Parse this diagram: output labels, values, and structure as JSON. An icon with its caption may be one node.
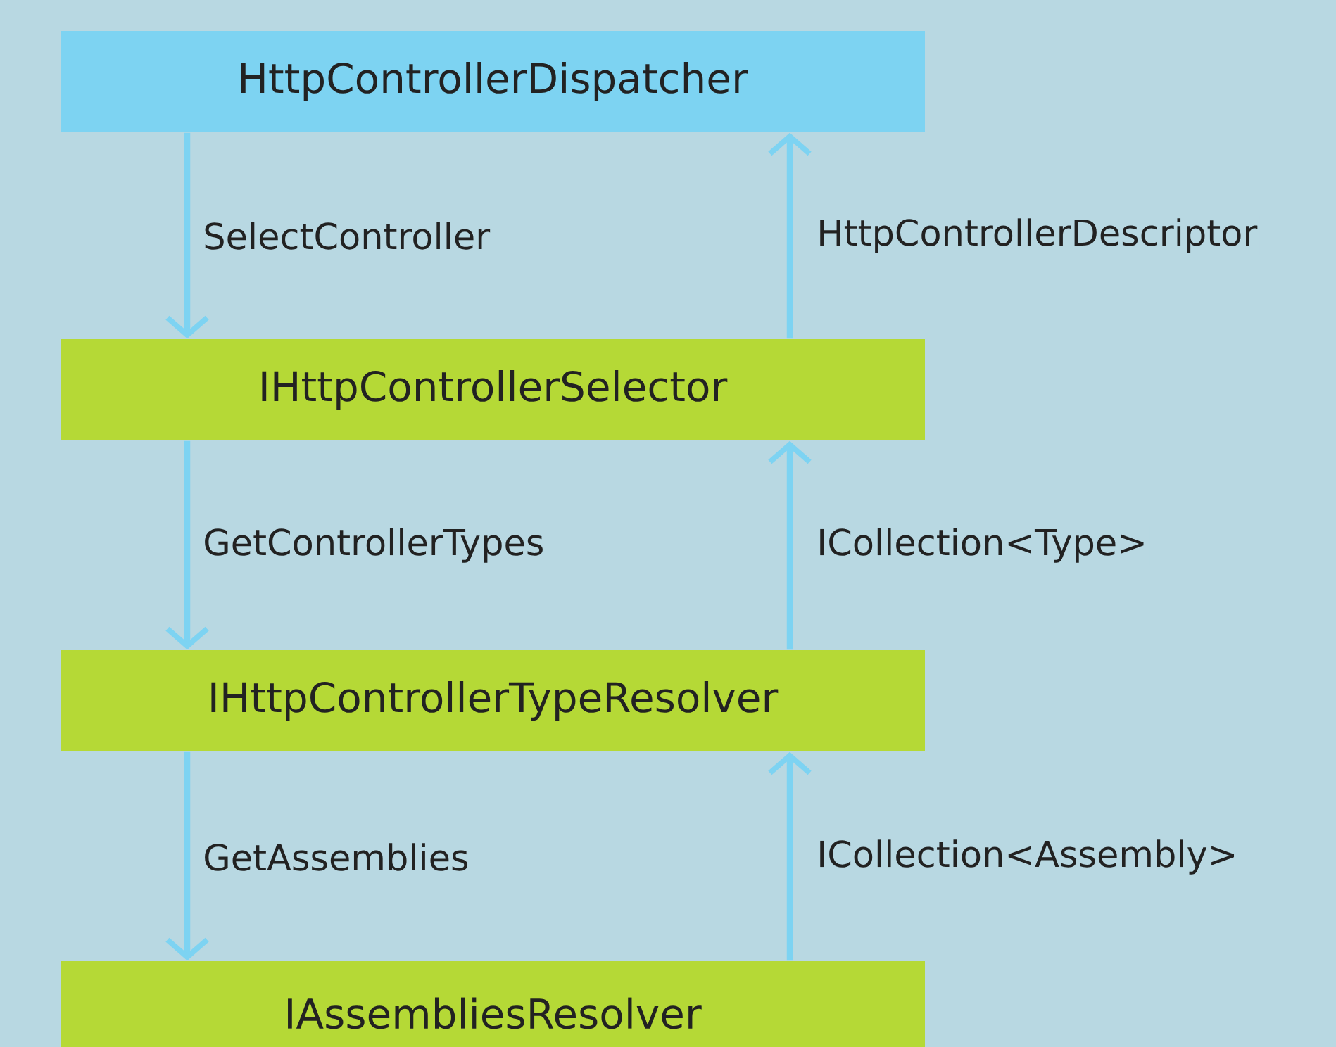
{
  "diagram": {
    "nodes": [
      {
        "text": [
          "HttpControllerDispatcher"
        ]
      },
      {
        "text": [
          "IHttpControllerSelector"
        ]
      },
      {
        "text": [
          "IHttpControllerTypeResolver"
        ]
      },
      {
        "text": [
          "IAssembliesResolver"
        ]
      }
    ],
    "edges": [
      {
        "from": 0,
        "to": 1,
        "arrow": "to",
        "label": "SelectController"
      },
      {
        "from": 1,
        "to": 0,
        "arrow": "to",
        "label": "HttpControllerDescriptor"
      },
      {
        "from": 1,
        "to": 2,
        "arrow": "to",
        "label": "GetControllerTypes"
      },
      {
        "from": 2,
        "to": 1,
        "arrow": "to",
        "label": "ICollection<Type>"
      },
      {
        "from": 2,
        "to": 3,
        "arrow": "to",
        "label": "GetAssemblies"
      },
      {
        "from": 3,
        "to": 2,
        "arrow": "to",
        "label": "ICollection<Assembly>"
      }
    ]
  }
}
